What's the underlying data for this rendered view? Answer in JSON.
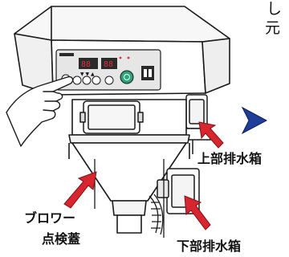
{
  "labels": {
    "upper_drain_box": "上部排水箱",
    "blower_inspection_line1": "ブロワー",
    "blower_inspection_line2": "点検蓋",
    "lower_drain_box": "下部排水箱"
  },
  "edge_text": {
    "line1": "し",
    "line2": "元"
  },
  "colors": {
    "callout_arrow": "#d8262e",
    "next_step_arrow": "#1e3e9a",
    "machine_outline": "#1a1a1a",
    "machine_fill": "#ffffff",
    "panel_gray": "#dcdcdc",
    "display_dark": "#2a2a2a",
    "display_red": "#e0303a",
    "start_button_green": "#2aa57a"
  },
  "icons": {
    "hand": "pointing-hand-icon",
    "next": "right-arrow-icon"
  }
}
